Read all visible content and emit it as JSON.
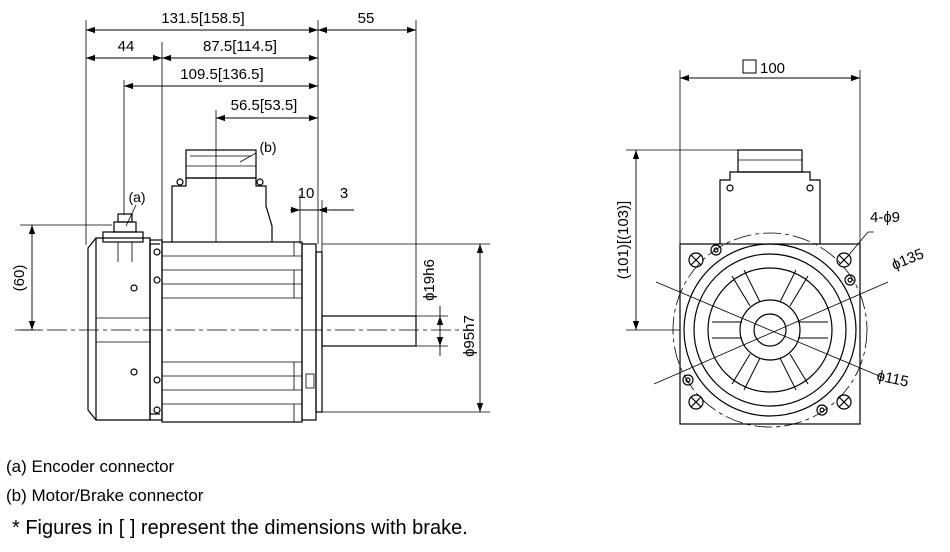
{
  "side_view": {
    "dimensions": {
      "overall_length": "131.5[158.5]",
      "shaft_length": "55",
      "encoder_offset": "44",
      "body_length": "87.5[114.5]",
      "flange_to_encoder_connector": "109.5[136.5]",
      "flange_to_motor_connector": "56.5[53.5]",
      "flange_thickness": "10",
      "spigot_depth": "3",
      "connector_height": "(60)",
      "shaft_diameter": "ɸ19h6",
      "spigot_diameter": "ɸ95h7"
    },
    "callouts": {
      "encoder_connector": "(a)",
      "motor_connector": "(b)"
    }
  },
  "front_view": {
    "dimensions": {
      "square_size": "100",
      "height_with_connector": "(101)[(103)]",
      "mounting_holes": "4-ɸ9",
      "bolt_circle": "ɸ135",
      "pilot_diameter": "ɸ115"
    }
  },
  "legend": {
    "a": "(a) Encoder connector",
    "b": "(b) Motor/Brake connector"
  },
  "note": "* Figures in [  ] represent the dimensions with brake."
}
